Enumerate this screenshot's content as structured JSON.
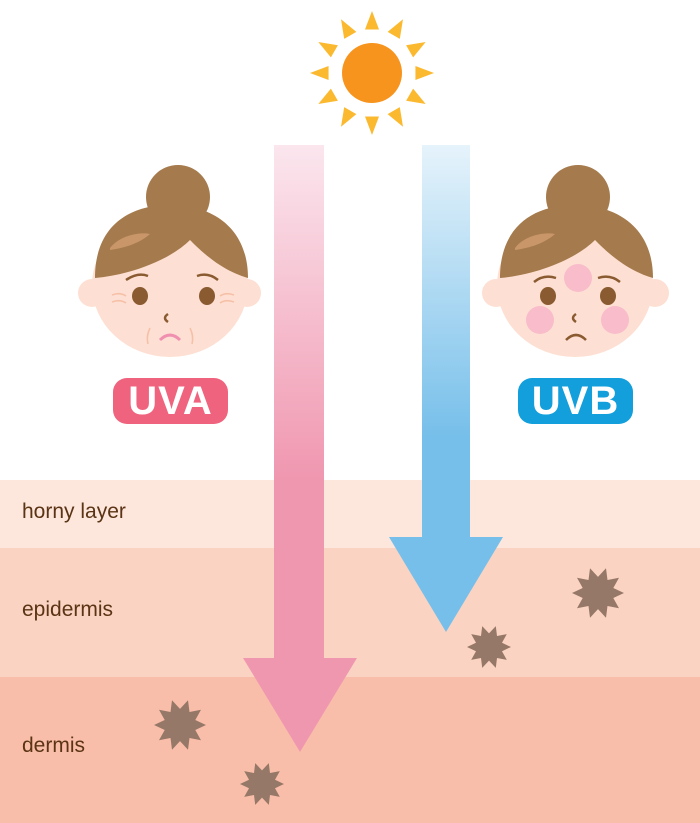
{
  "title": "UVA and UVB penetration into skin layers",
  "badges": {
    "uva": "UVA",
    "uvb": "UVB"
  },
  "layers": [
    {
      "label": "horny layer"
    },
    {
      "label": "epidermis"
    },
    {
      "label": "dermis"
    }
  ],
  "colors": {
    "uva": "#f0637e",
    "uvb": "#129fdc",
    "uva_arrow": "#f097b0",
    "uvb_arrow": "#76bfea",
    "horny": "#fde6dc",
    "epidermis": "#fbd3c2",
    "dermis": "#f9bea9",
    "melanin": "#967868",
    "sun": "#f7941d",
    "rays": "#fbb930",
    "hair": "#a57a4c",
    "skin": "#fde0d3"
  }
}
